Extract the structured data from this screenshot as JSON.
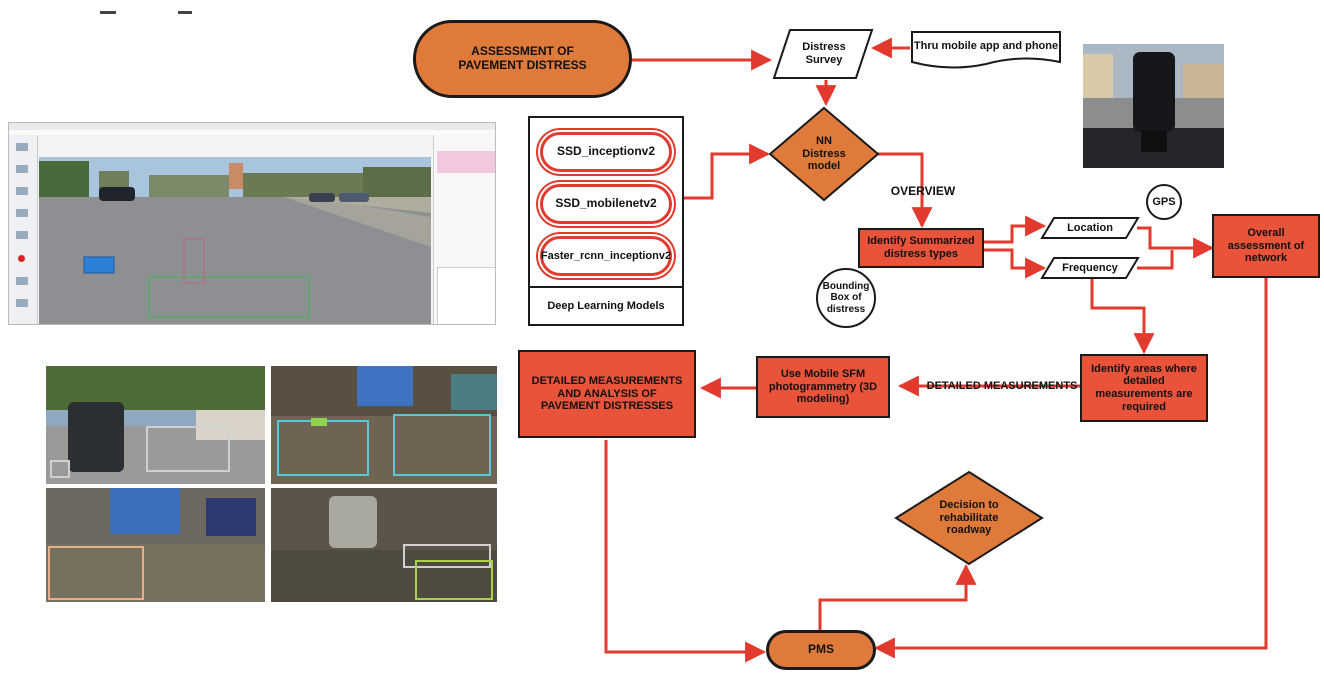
{
  "flowchart": {
    "assessment": "ASSESSMENT OF PAVEMENT DISTRESS",
    "distress_survey": "Distress Survey",
    "mobile_app": "Thru mobile app and phone",
    "nn_model": "NN Distress model",
    "models": [
      "SSD_inceptionv2",
      "SSD_mobilenetv2",
      "Faster_rcnn_inceptionv2"
    ],
    "models_caption": "Deep Learning Models",
    "overview": "OVERVIEW",
    "identify_summarized": "Identify Summarized distress types",
    "bounding_box": "Bounding Box of distress",
    "location": "Location",
    "frequency": "Frequency",
    "gps": "GPS",
    "overall": "Overall assessment of network",
    "identify_areas": "Identify areas where detailed measurements are required",
    "detailed_label": "DETAILED MEASUREMENTS",
    "sfm": "Use Mobile SFM photogrammetry (3D modeling)",
    "detailed_analysis": "DETAILED MEASUREMENTS AND ANALYSIS OF PAVEMENT DISTRESSES",
    "decision": "Decision to rehabilitate roadway",
    "pms": "PMS"
  },
  "colors": {
    "arrow": "#e33a2e",
    "node_fill": "#e8533a",
    "terminal_fill": "#e07a3a",
    "outline": "#1a1a1a"
  },
  "screenshot_panel": {
    "list_rows": [
      "",
      "",
      "",
      ""
    ]
  }
}
